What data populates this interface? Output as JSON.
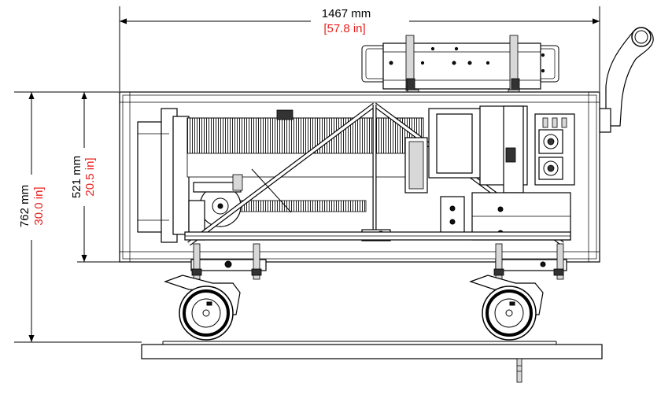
{
  "dimensions": {
    "overall_width": {
      "metric": "1467 mm",
      "imperial": "[57.8 in]"
    },
    "overall_height": {
      "metric": "762 mm",
      "imperial": "30.0 in]"
    },
    "frame_height": {
      "metric": "521 mm",
      "imperial": "20.5 in]"
    }
  },
  "colors": {
    "imperial_text": "#e8201e",
    "lines": "#000000",
    "fill_gray": "#d8d8d8"
  }
}
